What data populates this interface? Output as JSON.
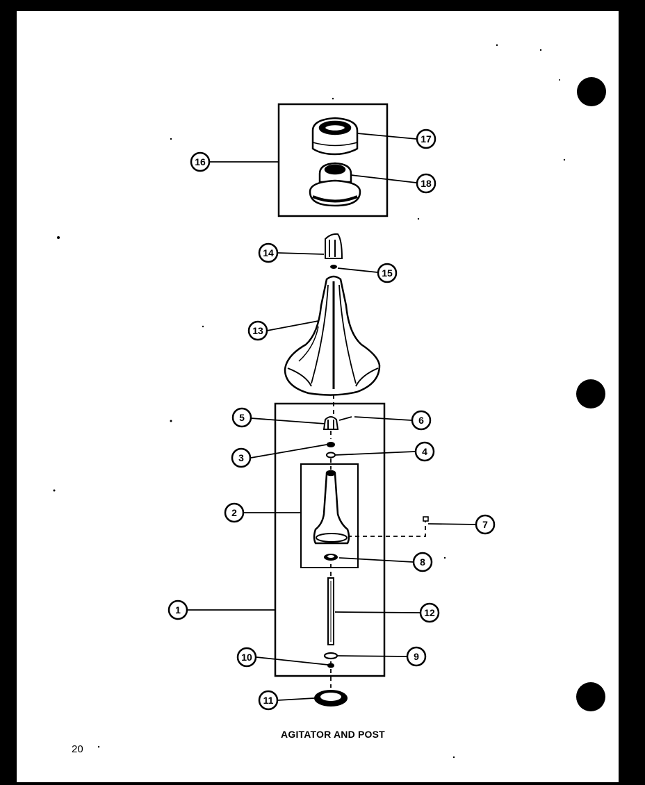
{
  "caption": "AGITATOR AND POST",
  "page_number": "20",
  "callouts": [
    {
      "id": "c1",
      "label": "1"
    },
    {
      "id": "c2",
      "label": "2"
    },
    {
      "id": "c3",
      "label": "3"
    },
    {
      "id": "c4",
      "label": "4"
    },
    {
      "id": "c5",
      "label": "5"
    },
    {
      "id": "c6",
      "label": "6"
    },
    {
      "id": "c7",
      "label": "7"
    },
    {
      "id": "c8",
      "label": "8"
    },
    {
      "id": "c9",
      "label": "9"
    },
    {
      "id": "c10",
      "label": "10"
    },
    {
      "id": "c11",
      "label": "11"
    },
    {
      "id": "c12",
      "label": "12"
    },
    {
      "id": "c13",
      "label": "13"
    },
    {
      "id": "c14",
      "label": "14"
    },
    {
      "id": "c15",
      "label": "15"
    },
    {
      "id": "c16",
      "label": "16"
    },
    {
      "id": "c17",
      "label": "17"
    },
    {
      "id": "c18",
      "label": "18"
    }
  ],
  "colors": {
    "paper": "#ffffff",
    "ink": "#000000",
    "border": "#000000"
  }
}
